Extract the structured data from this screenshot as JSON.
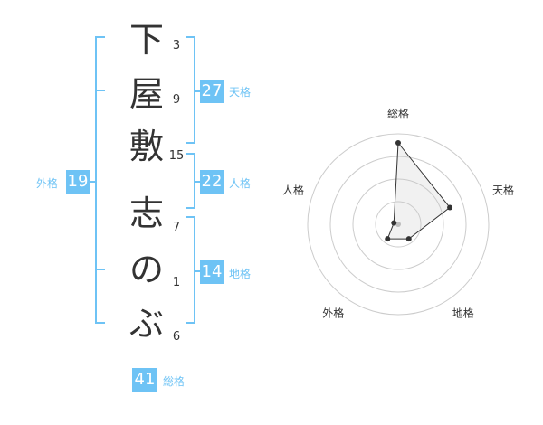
{
  "name": {
    "characters": [
      "下",
      "屋",
      "敷",
      "志",
      "の",
      "ぶ"
    ],
    "strokes": [
      "3",
      "9",
      "15",
      "7",
      "1",
      "6"
    ]
  },
  "fortune": {
    "tenkaku": {
      "value": "27",
      "label": "天格"
    },
    "jinkaku": {
      "value": "22",
      "label": "人格"
    },
    "chikaku": {
      "value": "14",
      "label": "地格"
    },
    "gaikaku": {
      "value": "19",
      "label": "外格"
    },
    "soukaku": {
      "value": "41",
      "label": "総格"
    }
  },
  "colors": {
    "accent": "#6ec3f5",
    "text": "#333333",
    "grid": "#cccccc"
  },
  "chart_data": {
    "type": "radar",
    "axes": [
      "総格",
      "天格",
      "地格",
      "外格",
      "人格"
    ],
    "values": [
      0.9,
      0.6,
      0.2,
      0.2,
      0.05
    ],
    "max": 1,
    "rings": 4
  }
}
